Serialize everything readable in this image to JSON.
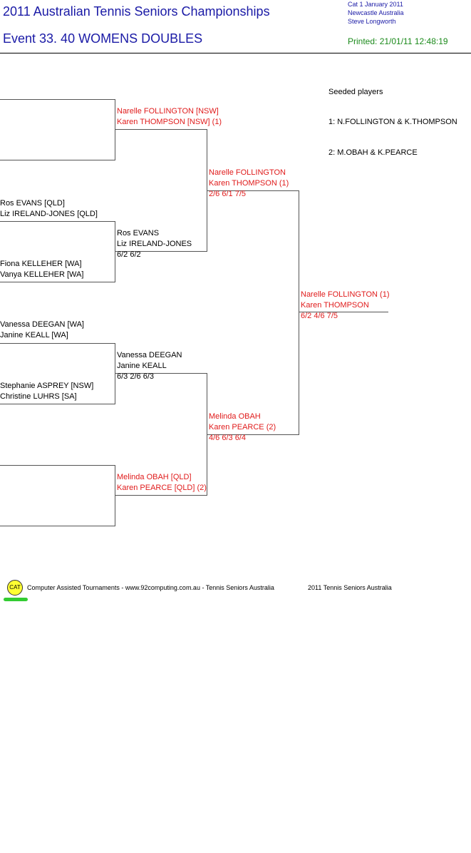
{
  "header": {
    "title": "2011 Australian Tennis Seniors Championships",
    "event": "Event 33. 40 WOMENS DOUBLES",
    "meta_line1": "Cat 1    January 2011",
    "meta_line2": "Newcastle   Australia",
    "meta_line3": "Steve Longworth",
    "printed": "Printed: 21/01/11 12:48:19"
  },
  "seeds": {
    "heading": "Seeded players",
    "seed1": "1: N.FOLLINGTON & K.THOMPSON",
    "seed2": "2: M.OBAH & K.PEARCE"
  },
  "round1": {
    "m3a": [
      "Ros EVANS [QLD]",
      "Liz IRELAND-JONES [QLD]"
    ],
    "m3b": [
      "Fiona KELLEHER [WA]",
      "Vanya KELLEHER [WA]"
    ],
    "m5a": [
      "Vanessa DEEGAN [WA]",
      "Janine KEALL [WA]"
    ],
    "m5b": [
      "Stephanie ASPREY [NSW]",
      "Christine LUHRS [SA]"
    ]
  },
  "round2": {
    "w1": [
      "Narelle FOLLINGTON [NSW]",
      "Karen THOMPSON [NSW] (1)"
    ],
    "w2": [
      "Ros EVANS",
      "Liz IRELAND-JONES",
      "6/2 6/2"
    ],
    "w3": [
      "Vanessa DEEGAN",
      "Janine KEALL",
      "6/3 2/6 6/3"
    ],
    "w4": [
      "Melinda OBAH [QLD]",
      "Karen PEARCE [QLD] (2)"
    ]
  },
  "semis": {
    "w1": [
      "Narelle FOLLINGTON",
      "Karen THOMPSON (1)",
      "2/6 6/1 7/5"
    ],
    "w2": [
      "Melinda OBAH",
      "Karen PEARCE (2)",
      "4/6 6/3 6/4"
    ]
  },
  "final": {
    "winner": [
      "Narelle FOLLINGTON (1)",
      "Karen THOMPSON",
      "6/2 4/6 7/5"
    ]
  },
  "footer": {
    "logo": "CAT",
    "credit": "Computer Assisted Tournaments - www.92computing.com.au -  Tennis Seniors Australia",
    "copyright": "2011 Tennis Seniors Australia"
  }
}
